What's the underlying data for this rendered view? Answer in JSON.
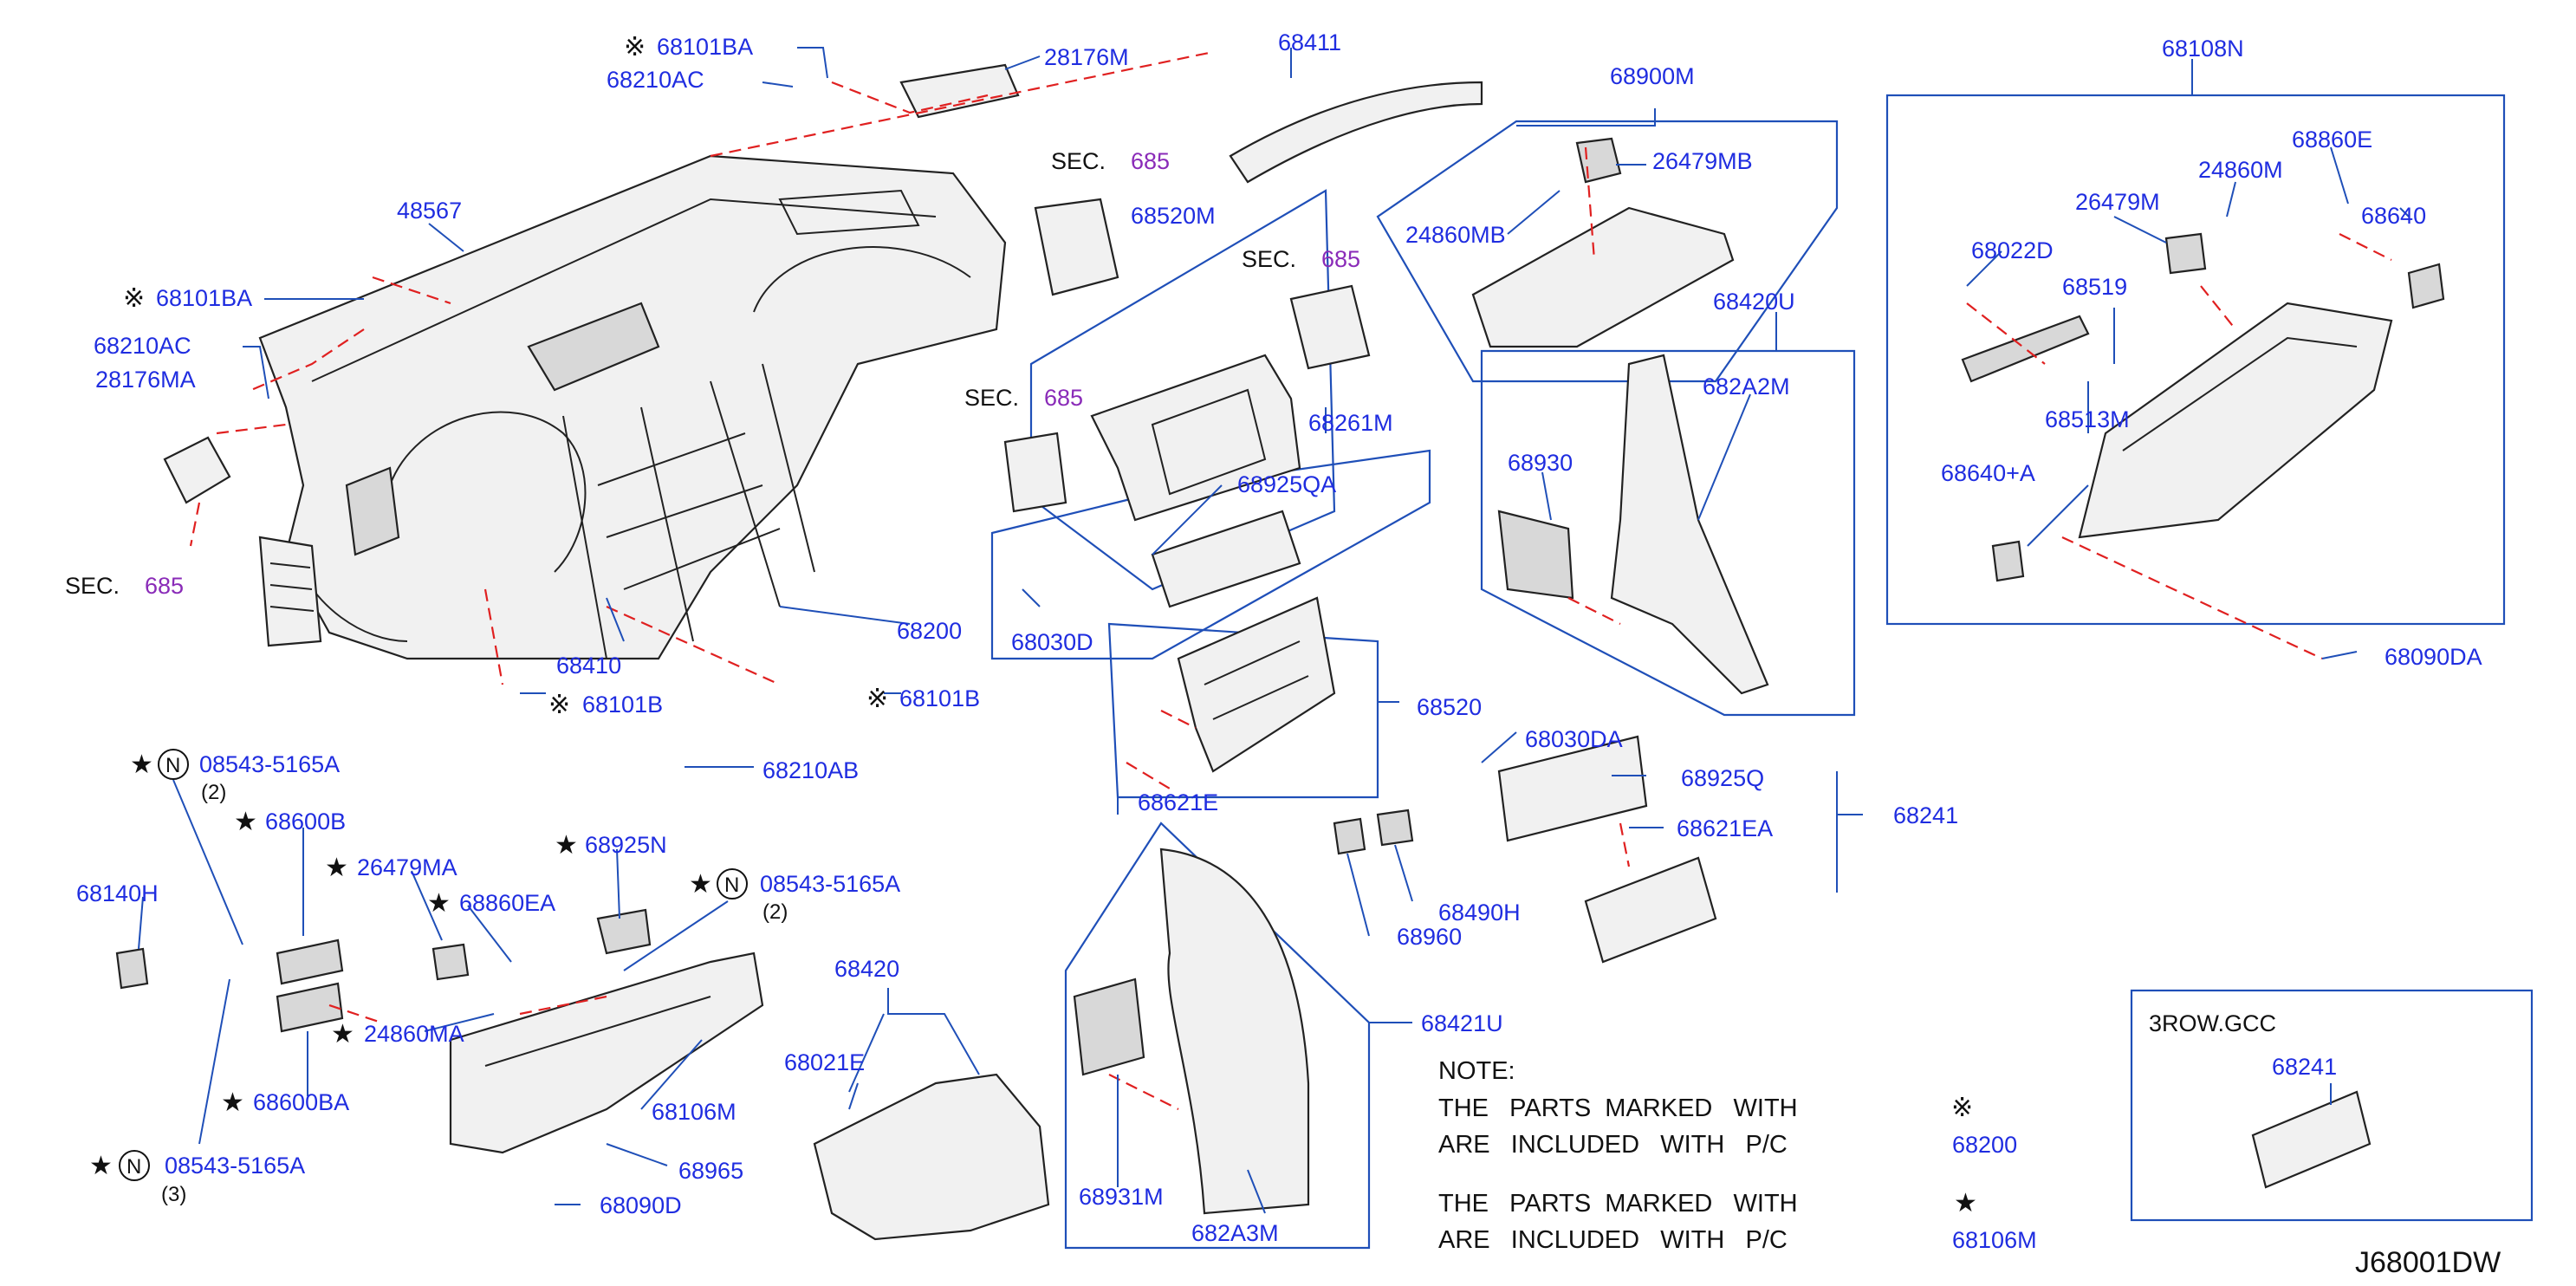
{
  "labels": {
    "l68101BA_top": "68101BA",
    "l68210AC_top": "68210AC",
    "l28176M": "28176M",
    "l68411": "68411",
    "l68900M": "68900M",
    "l68108N": "68108N",
    "l48567": "48567",
    "l685_a": "685",
    "l68520M": "68520M",
    "l685_b": "685",
    "l26479MB": "26479MB",
    "l24860MB": "24860MB",
    "l68860E": "68860E",
    "l24860M": "24860M",
    "l26479M": "26479M",
    "l68640": "68640",
    "l68022D": "68022D",
    "l68101BA_left": "68101BA",
    "l68420U": "68420U",
    "l68519": "68519",
    "l68210AC_left": "68210AC",
    "l28176MA": "28176MA",
    "l685_c": "685",
    "l682A2M": "682A2M",
    "l68513M": "68513M",
    "l68261M": "68261M",
    "l68930": "68930",
    "l68925QA": "68925QA",
    "l68640A": "68640+A",
    "l685_d": "685",
    "l68030D": "68030D",
    "l68200": "68200",
    "l68410": "68410",
    "l68090DA": "68090DA",
    "l68101B_a": "68101B",
    "l68101B_b": "68101B",
    "l68520": "68520",
    "l68030DA": "68030DA",
    "l08543_a": "08543-5165A",
    "l08543_a_qty": "(2)",
    "l68210AB": "68210AB",
    "l68925Q": "68925Q",
    "l68621E": "68621E",
    "l68241": "68241",
    "l68600B": "68600B",
    "l68621EA": "68621EA",
    "l68140H": "68140H",
    "l26479MA": "26479MA",
    "l68925N": "68925N",
    "l08543_b": "08543-5165A",
    "l08543_b_qty": "(2)",
    "l68860EA": "68860EA",
    "l68490H": "68490H",
    "l68960": "68960",
    "l68420": "68420",
    "l68421U": "68421U",
    "l24860MA": "24860MA",
    "l68021E": "68021E",
    "l68600BA": "68600BA",
    "l68106M": "68106M",
    "l68965": "68965",
    "l08543_c": "08543-5165A",
    "l08543_c_qty": "(3)",
    "l68090D": "68090D",
    "l68931M": "68931M",
    "l682A3M": "682A3M",
    "l3rowgcc": "3ROW.GCC",
    "l68241_gcc": "68241"
  },
  "sec_prefix": "SEC.",
  "circle_n": "N",
  "symbols": {
    "ref_mark": "※",
    "star": "★"
  },
  "note": {
    "title": "NOTE:",
    "line1": "THE   PARTS  MARKED   WITH",
    "line2": "ARE   INCLUDED   WITH   P/C",
    "line3": "THE   PARTS  MARKED   WITH",
    "line4": "ARE   INCLUDED   WITH   P/C",
    "ref1": "68200",
    "ref2": "68106M"
  },
  "diagram_code": "J68001DW",
  "colors": {
    "label": "#1f2de0",
    "section": "#8a2bb8",
    "leader": "#1f4fb8",
    "dash": "#e02020"
  }
}
